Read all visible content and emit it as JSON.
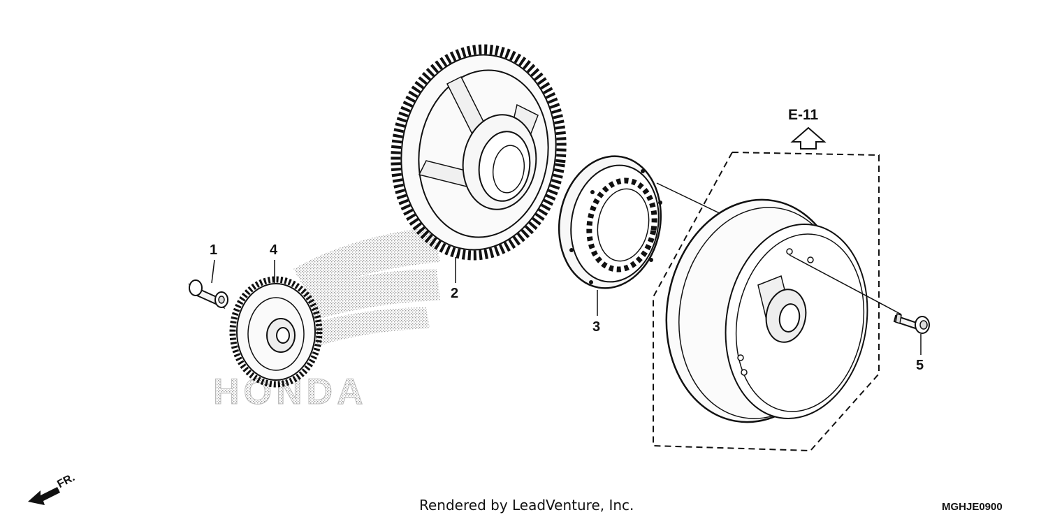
{
  "diagram": {
    "reference": "E-11",
    "direction_label": "FR.",
    "credit": "Rendered by LeadVenture, Inc.",
    "diagram_code": "MGHJE0900",
    "watermark": "HONDA",
    "callouts": [
      "1",
      "2",
      "3",
      "4",
      "5"
    ]
  },
  "icons": {
    "direction_arrow": "fr-arrow-icon",
    "reference_arrow": "up-arrow-icon"
  }
}
